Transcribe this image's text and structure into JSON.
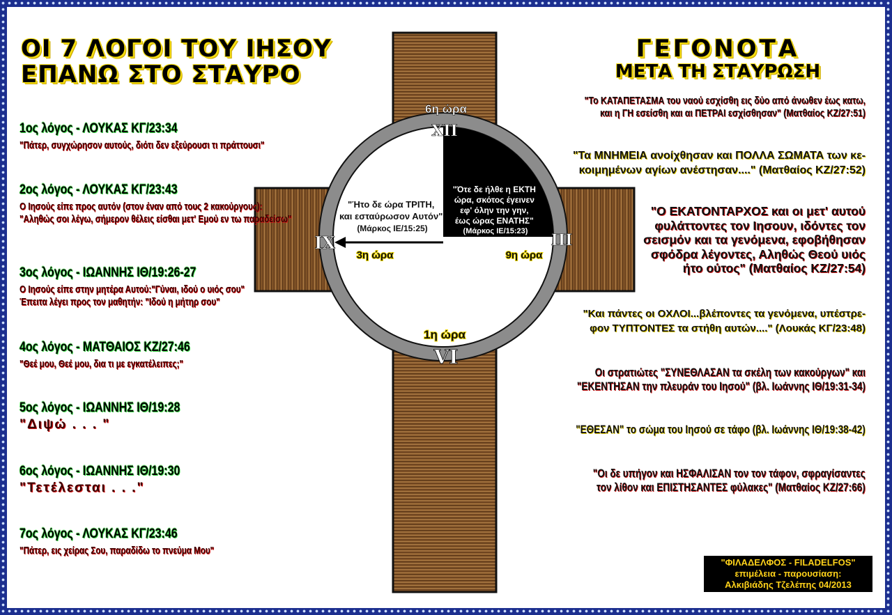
{
  "title_left": [
    "ΟΙ  7  ΛΟΓΟΙ ΤΟΥ ΙΗΣΟΥ",
    "ΕΠΑΝΩ ΣΤΟ ΣΤΑΥΡΟ"
  ],
  "title_right": [
    "ΓΕΓΟΝΟΤΑ",
    "ΜΕΤΑ ΤΗ ΣΤΑΥΡΩΣΗ"
  ],
  "logos": [
    {
      "heading": "1ος λόγος  -  ΛΟΥΚΑΣ ΚΓ/23:34",
      "lines": [
        "\"Πάτερ, συγχώρησον αυτούς, διότι δεν εξεύρουσι τι πράττουσι\""
      ]
    },
    {
      "heading": "2ος λόγος  -  ΛΟΥΚΑΣ ΚΓ/23:43",
      "lines": [
        "Ο Ιησούς είπε προς αυτόν (στον έναν από τους 2 κακούργους):",
        "\"Αληθώς σοι λέγω, σήμερον θέλεις είσθαι μετ' Εμού εν τω παραδείσω\""
      ]
    },
    {
      "heading": "3ος λόγος  -  ΙΩΑΝΝΗΣ ΙΘ/19:26-27",
      "lines": [
        "Ο Ιησούς είπε στην μητέρα Αυτού:\"Γύναι, ιδού ο υιός σου\"",
        "Έπειτα λέγει προς τον μαθητήν: \"Ιδού η μήτηρ σου\""
      ]
    },
    {
      "heading": "4ος λόγος  -  ΜΑΤΘΑΙΟΣ ΚΖ/27:46",
      "lines": [
        "\"Θεέ μου, Θεέ μου, δια τι με εγκατέλειπες;\""
      ]
    },
    {
      "heading": "5ος λόγος  -  ΙΩΑΝΝΗΣ ΙΘ/19:28",
      "lines": [
        "\"Διψώ . . . \""
      ],
      "big": true
    },
    {
      "heading": "6ος λόγος  -  ΙΩΑΝΝΗΣ ΙΘ/19:30",
      "lines": [
        "\"Τετέλεσται . . .\""
      ],
      "big": true
    },
    {
      "heading": "7ος λόγος  -  ΛΟΥΚΑΣ ΚΓ/23:46",
      "lines": [
        "\"Πάτερ, εις χείρας Σου, παραδίδω το πνεύμα Μου\""
      ]
    }
  ],
  "events": [
    {
      "lines": [
        "\"Το ΚΑΤΑΠΕΤΑΣΜΑ του ναού εσχίσθη εις δύο από άνωθεν έως κατω,",
        "και η ΓΗ εσείσθη και αι ΠΕΤΡΑΙ εσχίσθησαν\" (Ματθαίος ΚΖ/27:51)"
      ],
      "style": "narrow"
    },
    {
      "lines": [
        "\"Τα ΜΝΗΜΕΙΑ ανοίχθησαν και ΠΟΛΛΑ ΣΩΜΑΤΑ των κε-",
        "κοιμημένων αγίων ανέστησαν....\" (Ματθαίος ΚΖ/27:52)"
      ],
      "style": "wide"
    },
    {
      "lines": [
        "\"Ο ΕΚΑΤΟΝΤΑΡΧΟΣ και οι μετ' αυτού",
        "φυλάττοντες τον Ιησουν, ιδόντες τον",
        "σεισμόν και τα γενόμενα, εφοβήθησαν",
        "σφόδρα λέγοντες, Αληθώς Θεού υιός",
        "ήτο ούτος\" (Ματθαίος ΚΖ/27:54)"
      ],
      "style": "wide"
    },
    {
      "lines": [
        "\"Και πάντες οι ΟΧΛΟΙ...βλέποντες τα γενόμενα, υπέστρε-",
        "φον ΤΥΠΤΟΝΤΕΣ τα στήθη αυτών....\" (Λουκάς ΚΓ/23:48)"
      ],
      "style": "wide"
    },
    {
      "lines": [
        "Οι στρατιώτες \"ΣΥΝΕΘΛΑΣΑΝ τα σκέλη των κακούργων\" και",
        "\"ΕΚΕΝΤΗΣΑΝ την πλευράν του Ιησού\" (βλ. Ιωάννης ΙΘ/19:31-34)"
      ],
      "style": "narrow"
    },
    {
      "lines": [
        "\"ΕΘΕΣΑΝ\" το σώμα του Ιησού σε τάφο (βλ. Ιωάννης ΙΘ/19:38-42)"
      ],
      "style": "narrow"
    },
    {
      "lines": [
        "\"Οι δε υπήγον και ΗΣΦΑΛΙΣΑΝ τον τον τάφον, σφραγίσαντες",
        "τον λίθον και ΕΠΙΣΤΗΣΑΝΤΕΣ φύλακες\" (Ματθαίος ΚΖ/27:66)"
      ],
      "style": "narrow"
    }
  ],
  "clock": {
    "numerals": {
      "top": "XII",
      "left": "IX",
      "right": "III",
      "bottom": "VI"
    },
    "hours": {
      "top": "6η ώρα",
      "left": "3η ώρα",
      "right": "9η ώρα",
      "bottom": "1η ώρα"
    },
    "left_quote": [
      "\"Ήτο δε ώρα ΤΡΙΤΗ,",
      "και εσταύρωσον Αυτόν\"",
      "(Μάρκος ΙΕ/15:25)"
    ],
    "dark_quote": [
      "\"Ότε δε ήλθε η ΕΚΤΗ",
      "ώρα, σκότος έγεινεν",
      "εφ' όλην την γην,",
      "έως ώρας ΕΝΑΤΗΣ\"",
      "(Μάρκος ΙΕ/15:23)"
    ]
  },
  "credit": [
    "\"ΦΙΛΑΔΕΛΦΟΣ - FILADELFOS\"",
    "επιμέλεια - παρουσίαση:",
    "Αλκιβιάδης Τζελέπης 04/2013"
  ]
}
